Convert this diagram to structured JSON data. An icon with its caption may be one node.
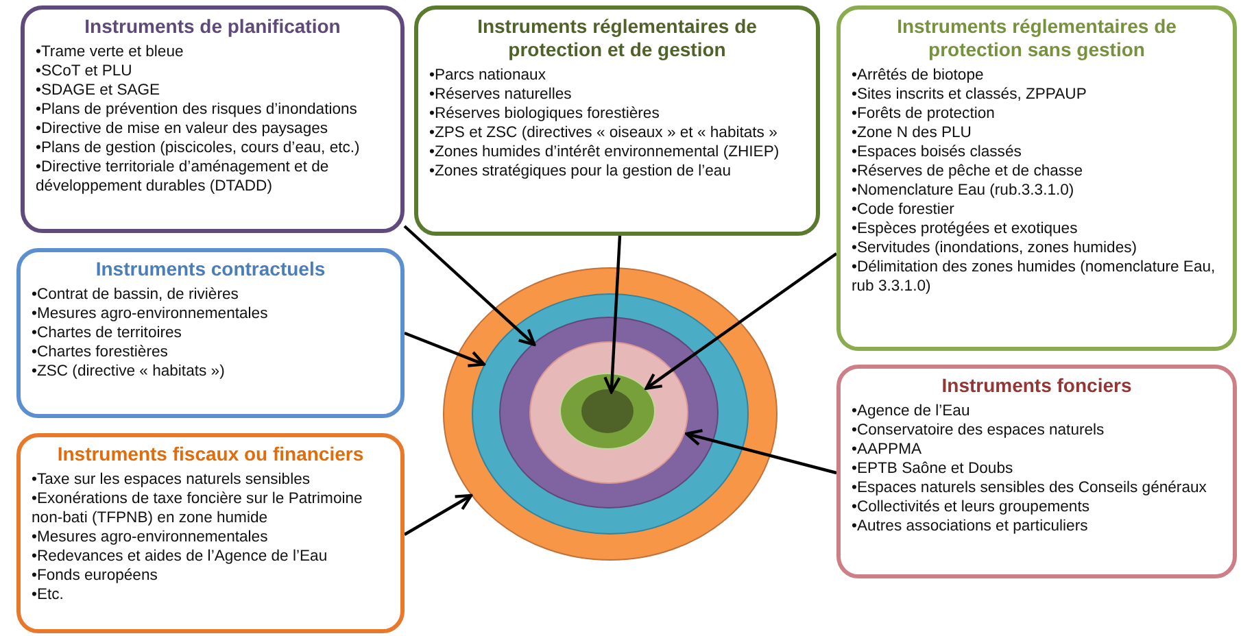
{
  "diagram": {
    "nodes": [
      {
        "text": [
          "Instruments de planification",
          "•Trame verte et bleue",
          "•SCoT et PLU",
          "•SDAGE et SAGE",
          "•Plans de prévention des risques d’inondations",
          "•Directive de mise en valeur des paysages",
          "•Plans de gestion (piscicoles, cours d’eau, etc.)",
          "•Directive territoriale d’aménagement et de développement durables (DTADD)"
        ]
      },
      {
        "text": [
          "Instruments réglementaires de protection et de gestion",
          "•Parcs nationaux",
          "•Réserves naturelles",
          "•Réserves biologiques forestières",
          "•ZPS et ZSC (directives « oiseaux » et « habitats »",
          "•Zones humides d’intérêt environnemental (ZHIEP)",
          "•Zones stratégiques pour la gestion de l’eau"
        ]
      },
      {
        "text": [
          "Instruments réglementaires de protection sans gestion",
          "•Arrêtés de biotope",
          "•Sites inscrits et classés, ZPPAUP",
          "•Forêts de protection",
          "•Zone N des PLU",
          "•Espaces boisés classés",
          "•Réserves de pêche et de chasse",
          "•Nomenclature Eau (rub.3.3.1.0)",
          "•Code forestier",
          "•Espèces protégées et exotiques",
          "•Servitudes (inondations, zones humides)",
          "•Délimitation des zones humides (nomenclature Eau, rub 3.3.1.0)"
        ]
      },
      {
        "text": [
          "Instruments contractuels",
          "•Contrat de bassin, de rivières",
          "•Mesures agro-environnementales",
          "•Chartes de territoires",
          "•Chartes forestières",
          "•ZSC (directive « habitats »)"
        ]
      },
      {
        "text": [
          "Instruments fiscaux ou financiers",
          "•Taxe sur les espaces naturels sensibles",
          "•Exonérations de taxe foncière sur le Patrimoine non-bati (TFPNB) en zone humide",
          "•Mesures agro-environnementales",
          "•Redevances et aides de l’Agence de l’Eau",
          "•Fonds européens",
          "•Etc."
        ]
      },
      {
        "text": [
          "Instruments fonciers",
          "•Agence de l’Eau",
          "•Conservatoire des espaces naturels",
          "•AAPPMA",
          "•EPTB Saône et Doubs",
          "•Espaces naturels sensibles des Conseils généraux",
          "•Collectivités et leurs groupements",
          "•Autres associations et particuliers"
        ]
      },
      {
        "text": [],
        "shape": "circle"
      },
      {
        "text": [],
        "shape": "circle",
        "in": 6
      },
      {
        "text": [],
        "shape": "circle",
        "in": 7
      },
      {
        "text": [],
        "shape": "circle",
        "in": 8
      },
      {
        "text": [],
        "shape": "circle",
        "in": 9
      },
      {
        "text": [],
        "shape": "circle",
        "in": 10
      }
    ],
    "edges": [
      {
        "from": 0,
        "to": 8,
        "arrow": "to"
      },
      {
        "from": 1,
        "to": 11,
        "arrow": "to"
      },
      {
        "from": 2,
        "to": 10,
        "arrow": "to"
      },
      {
        "from": 3,
        "to": 7,
        "arrow": "to"
      },
      {
        "from": 4,
        "to": 6,
        "arrow": "to"
      },
      {
        "from": 5,
        "to": 9,
        "arrow": "to"
      }
    ]
  }
}
